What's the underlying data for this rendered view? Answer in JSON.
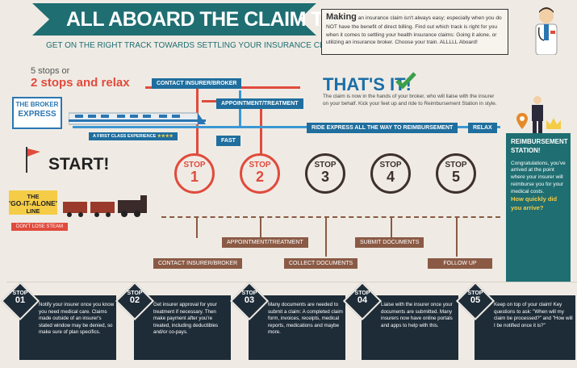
{
  "header": {
    "title": "ALL ABOARD THE CLAIM TRAIN!",
    "subtitle": "GET ON THE RIGHT TRACK TOWARDS SETTLING YOUR INSURANCE CLAIMS"
  },
  "intro": {
    "lead": "Making",
    "text": "an insurance claim isn't always easy; especially when you do NOT have the benefit of direct billing. Find out which track is right for you when it comes to settling your health insurance claims: Going it alone, or utilizing an insurance broker.  Choose your train. ALLLLL Aboard!"
  },
  "options": {
    "line1": "5 stops or",
    "line2": "2 stops and relax"
  },
  "broker": {
    "sign_line1": "THE BROKER",
    "sign_line2": "EXPRESS",
    "tagline": "A FIRST CLASS EXPERIENCE",
    "stars": "★★★★",
    "fast": "FAST"
  },
  "thats_it": {
    "heading": "THAT'S IT!",
    "text": "The claim is now in the hands of your broker, who will liaise with the insurer on your behalf. Kick your feet up and ride to Reimbursement Station in style.",
    "express": "RIDE EXPRESS ALL THE WAY TO REIMBURSEMENT",
    "relax": "RELAX"
  },
  "labels": {
    "contact_top": "CONTACT INSURER/BROKER",
    "appt_top": "APPOINTMENT/TREATMENT",
    "appt_bottom": "APPOINTMENT/TREATMENT",
    "submit": "SUBMIT DOCUMENTS",
    "contact_bottom": "CONTACT INSURER/BROKER",
    "collect": "COLLECT DOCUMENTS",
    "follow": "FOLLOW UP"
  },
  "start": "START!",
  "alone": {
    "line1": "THE",
    "line2": "'GO-IT-ALONE'",
    "line3": "LINE",
    "steam": "DON'T LOSE STEAM"
  },
  "stops": [
    {
      "word": "STOP",
      "num": "1"
    },
    {
      "word": "STOP",
      "num": "2"
    },
    {
      "word": "STOP",
      "num": "3"
    },
    {
      "word": "STOP",
      "num": "4"
    },
    {
      "word": "STOP",
      "num": "5"
    }
  ],
  "reimbursement": {
    "title": "REIMBURSEMENT STATION!",
    "text": "Congratulations, you've arrived at the point where your insurer will reimburse you for your medical costs.",
    "question": "How quickly did you arrive?"
  },
  "details": [
    {
      "word": "STOP",
      "num": "01",
      "text": "Notify your insurer once you know you need medical care. Claims made outside of an insurer's stated window may be denied, so make sure of plan specifics."
    },
    {
      "word": "STOP",
      "num": "02",
      "text": "Get insurer approval for your treatment if necessary. Then make payment after you're treated, including deductibles and/or co-pays."
    },
    {
      "word": "STOP",
      "num": "03",
      "text": "Many documents are needed to submit a claim: A completed claim form, invoices, receipts, medical reports, medications and maybe more."
    },
    {
      "word": "STOP",
      "num": "04",
      "text": "Liaise with the insurer once your documents are submitted. Many insurers now have online portals and apps to help with this."
    },
    {
      "word": "STOP",
      "num": "05",
      "text": "Keep on top of your claim! Key questions to ask: \"When will my claim be processed?\" and \"How will I be notified once it is?\""
    }
  ],
  "colors": {
    "teal": "#1f6e72",
    "red": "#e04b3d",
    "blue": "#3c97d3",
    "navy": "#1e2c38",
    "brown": "#8a5a45",
    "yellow": "#f5cc46"
  }
}
